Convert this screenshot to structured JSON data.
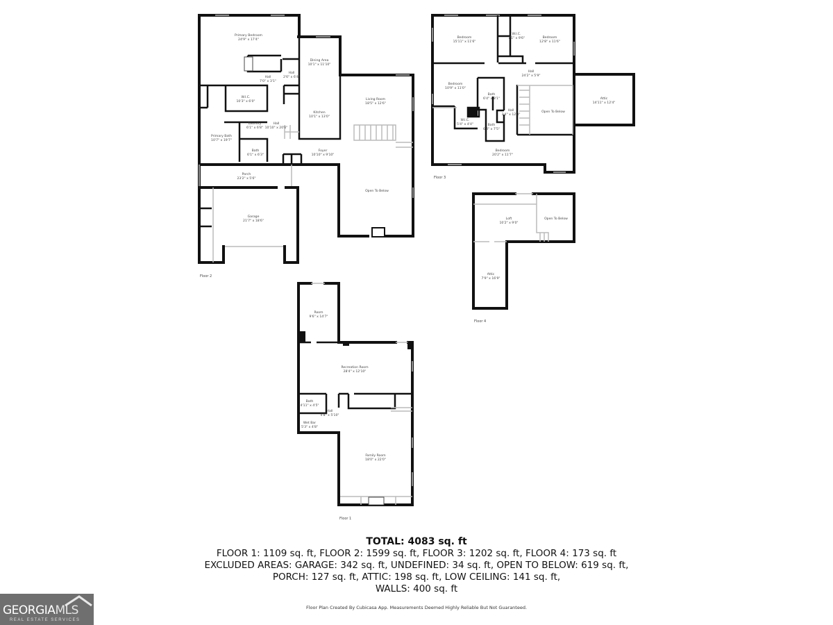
{
  "floors": {
    "floor1": {
      "label": "Floor 1",
      "rooms": [
        {
          "name": "Room",
          "size": "9'6\" x 14'7\""
        },
        {
          "name": "Recreation Room",
          "size": "28'4\" x 12'10\""
        },
        {
          "name": "Bath",
          "size": "4'11\" x 4'5\""
        },
        {
          "name": "Hall",
          "size": "4'8\" x 5'10\""
        },
        {
          "name": "Wet Bar",
          "size": "5'3\" x 4'8\""
        },
        {
          "name": "Family Room",
          "size": "18'0\" x 22'0\""
        }
      ]
    },
    "floor2": {
      "label": "Floor 2",
      "rooms": [
        {
          "name": "Primary Bedroom",
          "size": "24'9\" x 17'4\""
        },
        {
          "name": "Dining Area",
          "size": "10'1\" x 11'10\""
        },
        {
          "name": "Hall",
          "size": "7'0\" x 3'1\""
        },
        {
          "name": "Hall",
          "size": "2'6\" x 6'4\""
        },
        {
          "name": "W.I.C.",
          "size": "10'3\" x 6'0\""
        },
        {
          "name": "Living Room",
          "size": "18'5\" x 12'6\""
        },
        {
          "name": "Kitchen",
          "size": "10'1\" x 13'0\""
        },
        {
          "name": "Laundry",
          "size": "6'1\" x 6'8\""
        },
        {
          "name": "Hall",
          "size": "10'10\" x 20'6\""
        },
        {
          "name": "Primary Bath",
          "size": "10'7\" x 19'7\""
        },
        {
          "name": "Bath",
          "size": "6'1\" x 6'3\""
        },
        {
          "name": "Foyer",
          "size": "10'10\" x 9'10\""
        },
        {
          "name": "Porch",
          "size": "23'2\" x 5'6\""
        },
        {
          "name": "Garage",
          "size": "21'7\" x 18'6\""
        },
        {
          "name": "Open To Below",
          "size": ""
        }
      ]
    },
    "floor3": {
      "label": "Floor 3",
      "rooms": [
        {
          "name": "Bedroom",
          "size": "15'11\" x 11'6\""
        },
        {
          "name": "W.I.C.",
          "size": "7'1\" x 9'6\""
        },
        {
          "name": "Bedroom",
          "size": "12'8\" x 11'6\""
        },
        {
          "name": "Hall",
          "size": "24'2\" x 5'9\""
        },
        {
          "name": "Bedroom",
          "size": "10'9\" x 11'0\""
        },
        {
          "name": "Bath",
          "size": "6'4\" x 8'1\""
        },
        {
          "name": "Hall",
          "size": "3'4\" x 12'3\""
        },
        {
          "name": "Open To Below",
          "size": ""
        },
        {
          "name": "Attic",
          "size": "14'11\" x 12'4\""
        },
        {
          "name": "W.I.C.",
          "size": "5'4\" x 4'4\""
        },
        {
          "name": "Bath",
          "size": "6'4\" x 7'5\""
        },
        {
          "name": "Bedroom",
          "size": "20'2\" x 11'7\""
        }
      ]
    },
    "floor4": {
      "label": "Floor 4",
      "rooms": [
        {
          "name": "Loft",
          "size": "10'2\" x 9'0\""
        },
        {
          "name": "Open To Below",
          "size": ""
        },
        {
          "name": "Attic",
          "size": "7'9\" x 16'9\""
        }
      ]
    }
  },
  "summary": {
    "total": "TOTAL: 4083 sq. ft",
    "line1": "FLOOR 1: 1109 sq. ft, FLOOR 2: 1599 sq. ft, FLOOR 3: 1202 sq. ft, FLOOR 4: 173 sq. ft",
    "line2": "EXCLUDED AREAS: GARAGE: 342 sq. ft, UNDEFINED: 34 sq. ft, OPEN TO BELOW: 619 sq. ft,",
    "line3": "PORCH: 127 sq. ft, ATTIC: 198 sq. ft, LOW CEILING: 141 sq. ft,",
    "line4": "WALLS: 400 sq. ft"
  },
  "disclaimer": "Floor Plan Created By Cubicasa App. Measurements Deemed Highly Reliable But Not Guaranteed.",
  "logo": {
    "main": "GEORGIA",
    "accent": "MLS",
    "sub": "REAL ESTATE SERVICES"
  }
}
